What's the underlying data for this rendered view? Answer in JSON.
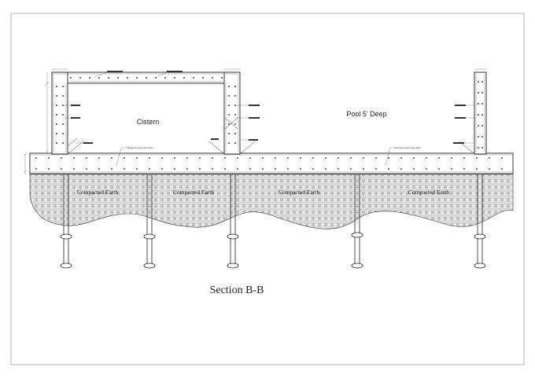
{
  "drawing": {
    "title": "Section B-B",
    "cistern_label": "Cistern",
    "pool_label": "Pool 5' Deep",
    "soil_label": "Compacted Earth",
    "note_reinforcement": "Reinforcement See Plan"
  }
}
